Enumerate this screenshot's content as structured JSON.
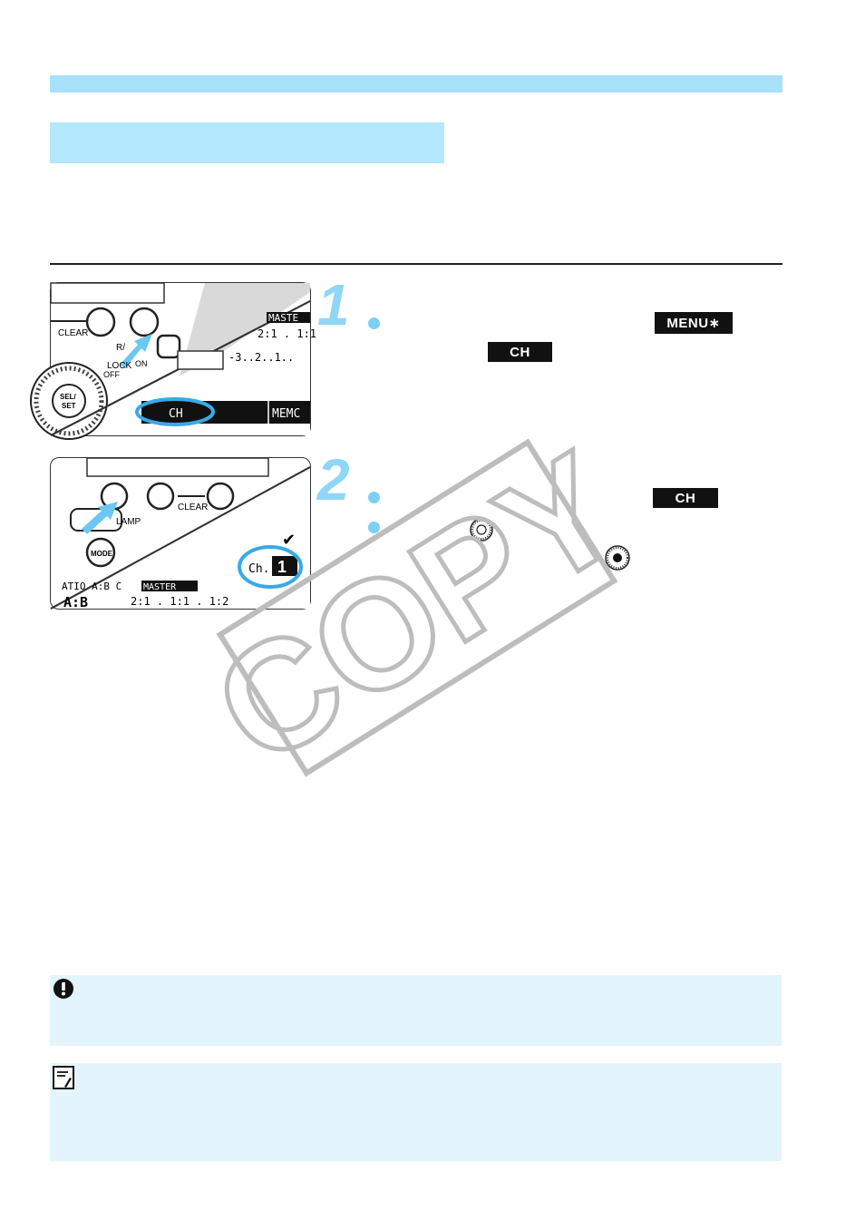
{
  "step1": {
    "number": "1",
    "menu_badge": "MENU∗",
    "ch_badge": "CH",
    "panel": {
      "clear_label": "CLEAR",
      "r_label": "R/",
      "lock_label": "LOCK",
      "off_label": "OFF",
      "on_label": "ON",
      "sel_label_1": "SEL/",
      "sel_label_2": "SET",
      "lcd_master": "MASTE",
      "lcd_ratio": "2:1  .  1:1",
      "lcd_scale": "-3..2..1..",
      "lcd_ch": "CH",
      "lcd_memo": "MEMC"
    }
  },
  "step2": {
    "number": "2",
    "ch_badge": "CH",
    "panel": {
      "clear_label": "CLEAR",
      "lamp_label": "LAMP",
      "mode_label": "MODE",
      "ch_prefix": "Ch.",
      "ch_value": "1",
      "ratio_label": "ATIO A:B C",
      "master_label": "MASTER",
      "ab_label": "A:B",
      "ratio_values": "2:1  .  1:1  .  1:2"
    }
  },
  "watermark": "COPY",
  "icons": {
    "caution": "caution-icon",
    "note": "note-icon",
    "dial": "quick-control-dial-icon",
    "set_button": "set-button-icon"
  },
  "colors": {
    "accent": "#8fd6f7",
    "band": "#a8e1fa",
    "note_bg": "#e3f4fd",
    "highlight_ring": "#3aa9e8"
  }
}
